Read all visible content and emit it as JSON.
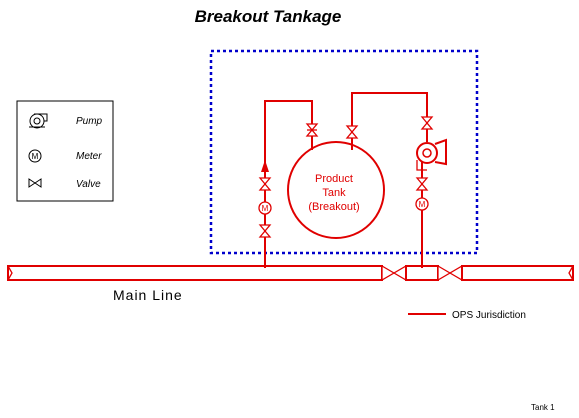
{
  "title": "Breakout Tankage",
  "legend": {
    "items": [
      {
        "icon": "pump-icon",
        "label": "Pump"
      },
      {
        "icon": "meter-icon",
        "label": "Meter"
      },
      {
        "icon": "valve-icon",
        "label": "Valve"
      }
    ]
  },
  "tank": {
    "line1": "Product",
    "line2": "Tank",
    "line3": "(Breakout)"
  },
  "meter_symbol": "M",
  "main_line_label": "Main Line",
  "jurisdiction_label": "OPS Jurisdiction",
  "footer_label": "Tank 1",
  "colors": {
    "pipeline": "#e00000",
    "facility_boundary": "#0000cc",
    "text": "#000000"
  }
}
